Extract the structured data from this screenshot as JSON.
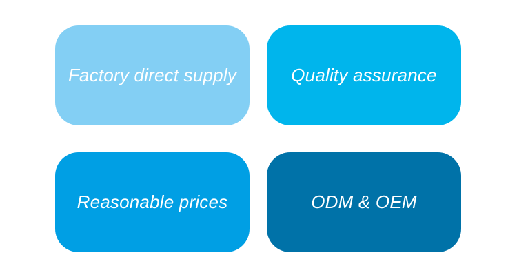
{
  "features": [
    {
      "label": "Factory direct supply",
      "color": "#83cff4"
    },
    {
      "label": "Quality assurance",
      "color": "#00b5ec"
    },
    {
      "label": "Reasonable prices",
      "color": "#009fe4"
    },
    {
      "label": "ODM & OEM",
      "color": "#0072a8"
    }
  ]
}
